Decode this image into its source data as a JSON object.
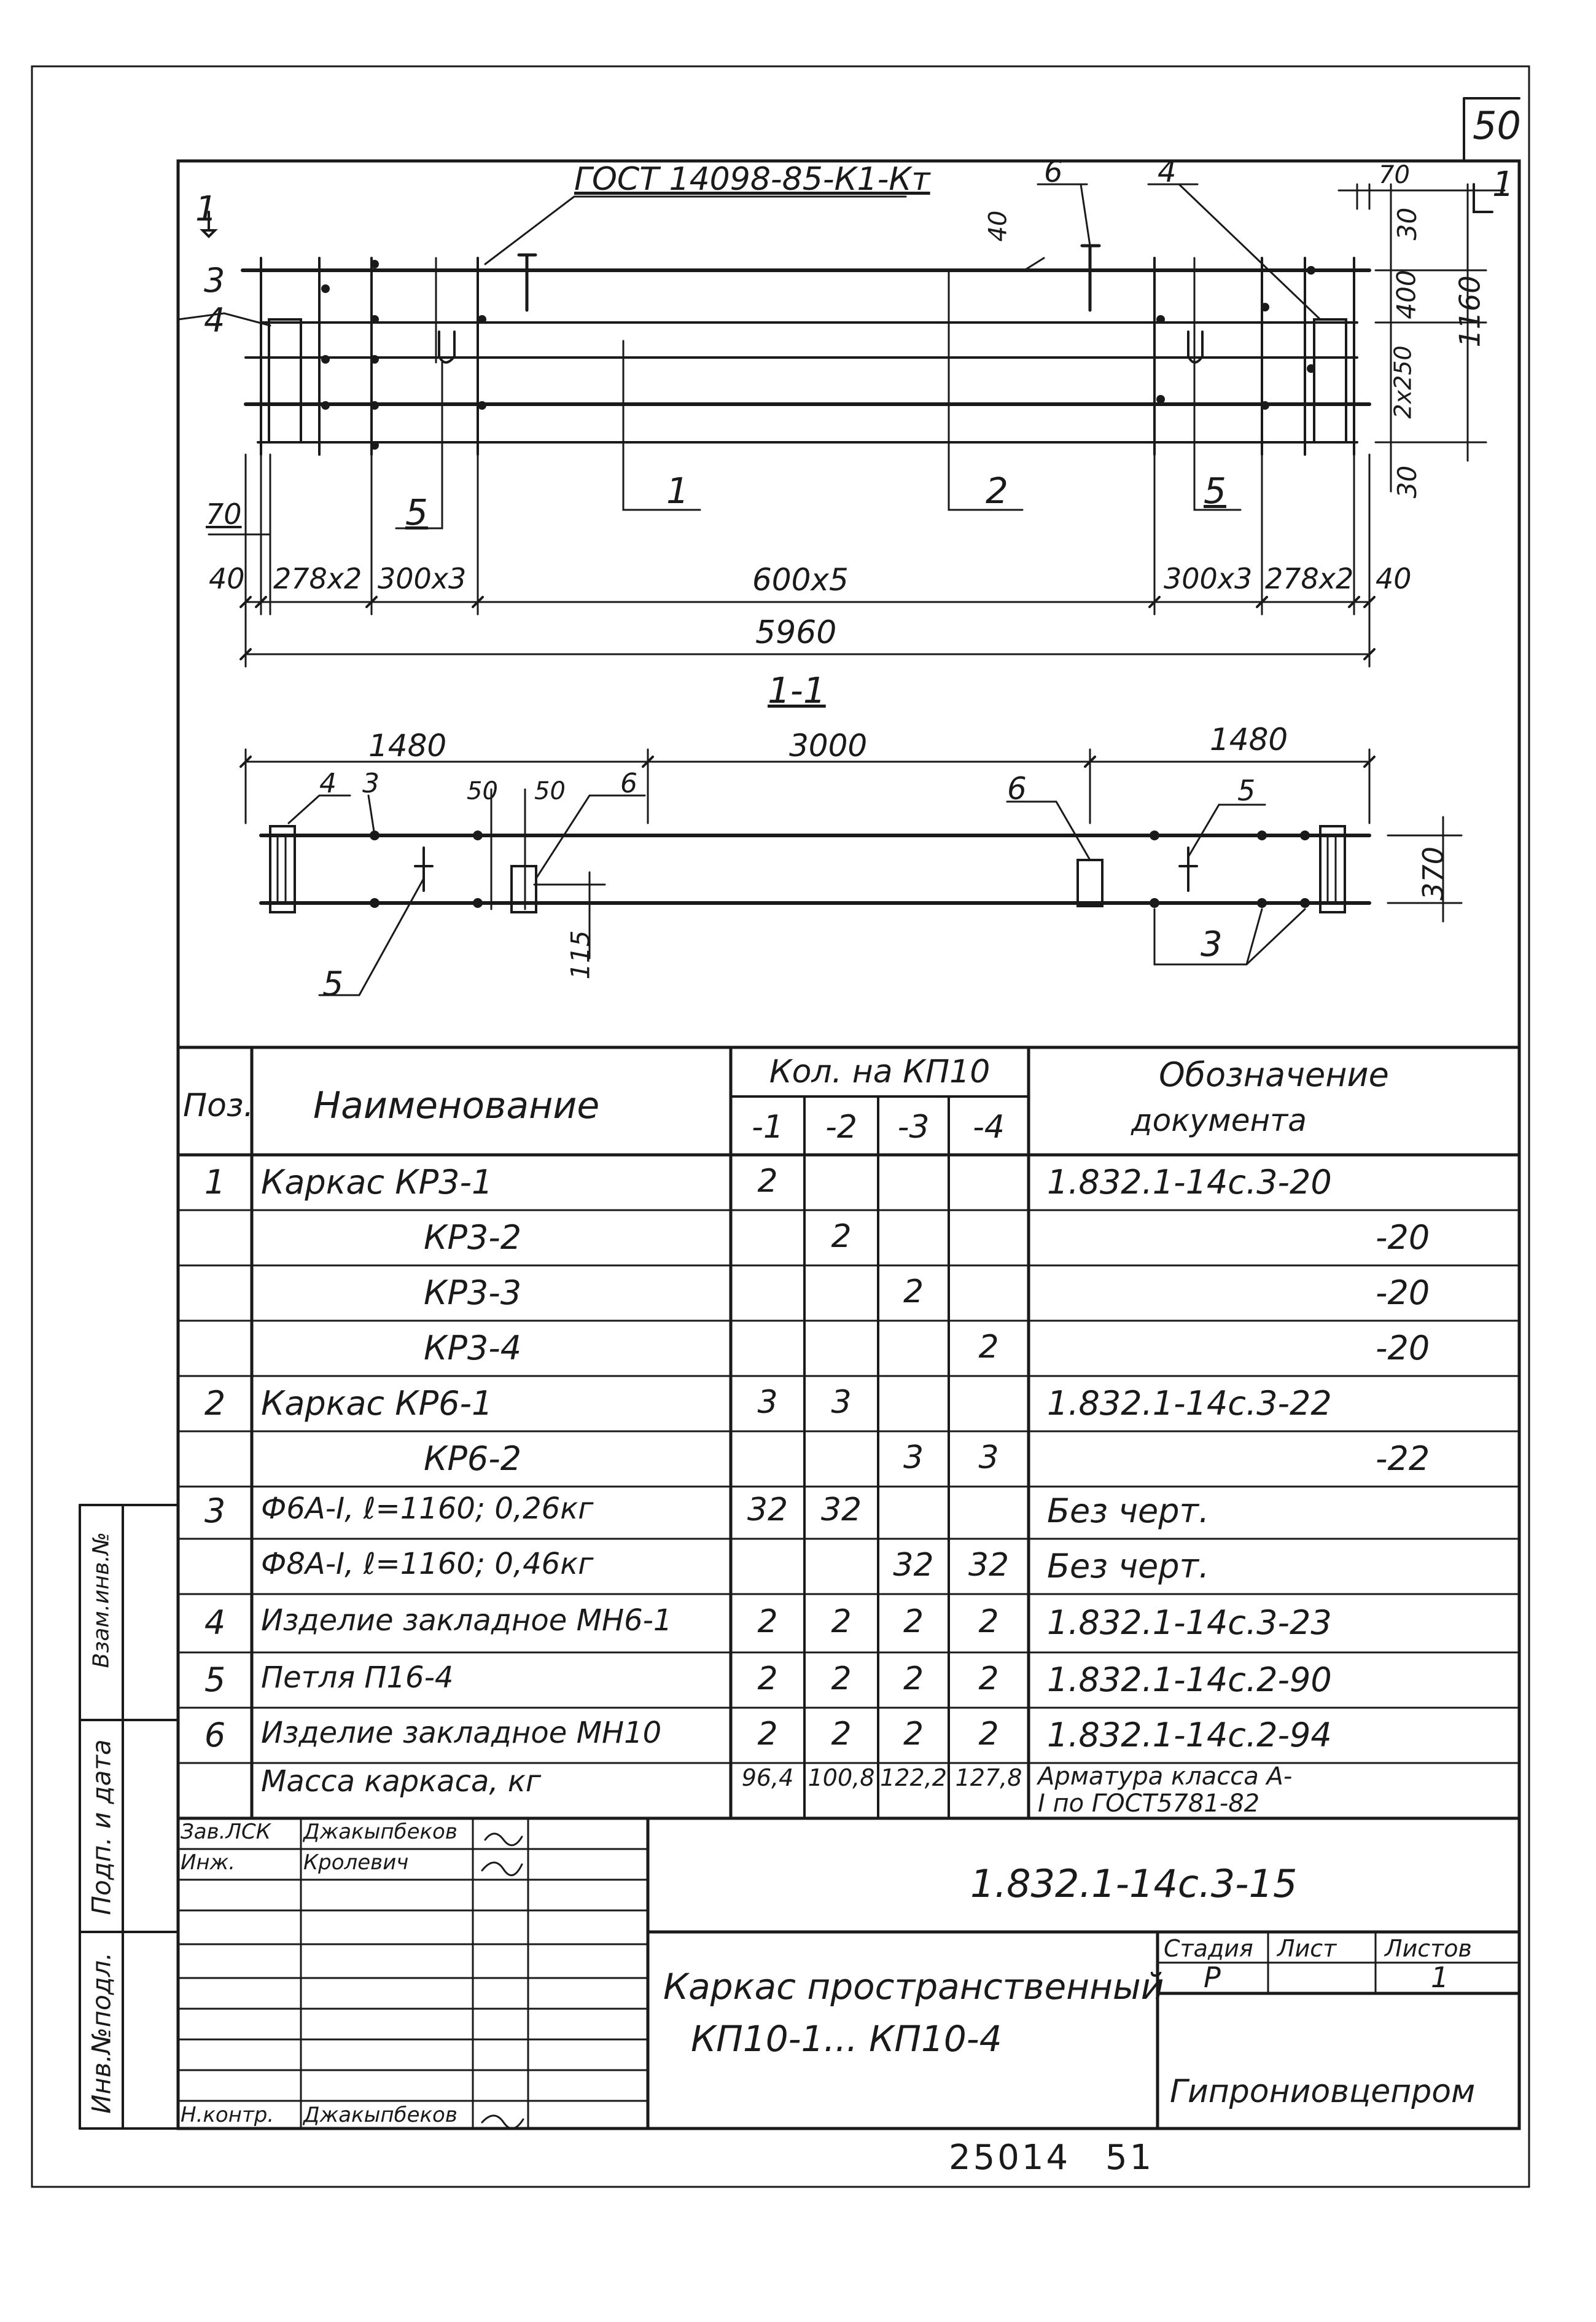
{
  "sheet": {
    "number": "50",
    "bottom_code": "25014",
    "bottom_page": "51"
  },
  "plan_view": {
    "callout": "ГОСТ 14098-85-К1-Кт",
    "section_mark_left": "1",
    "section_mark_right": "1",
    "pos_labels": {
      "p1": "1",
      "p2": "2",
      "p3": "3",
      "p4_left": "4",
      "p4_right": "4",
      "p5_left": "5",
      "p5_right": "5",
      "p6": "6"
    },
    "dims": {
      "d40_left": "40",
      "d70_left": "70",
      "d278x2_left": "278x2",
      "d300x3_left": "300x3",
      "d600x5": "600x5",
      "d300x3_right": "300x3",
      "d278x2_right": "278x2",
      "d40_right": "40",
      "total": "5960",
      "d40_top": "40",
      "d70_top": "70",
      "v30_top": "30",
      "v400": "400",
      "v250": "2х250",
      "v30_bottom": "30",
      "v1160": "1160"
    }
  },
  "section": {
    "title": "1-1",
    "dims": {
      "d1480_left": "1480",
      "d3000": "3000",
      "d1480_right": "1480",
      "d50_a": "50",
      "d50_b": "50",
      "d370": "370",
      "d115": "115"
    },
    "pos_labels": {
      "p4": "4",
      "p3_left": "3",
      "p6_left": "6",
      "p6_right": "6",
      "p5_left": "5",
      "p5_right": "5",
      "p3_right": "3"
    }
  },
  "spec_table": {
    "header_pos": "Поз.",
    "header_name": "Наименование",
    "header_qty": "Кол. на КП10",
    "header_qty_cols": [
      "-1",
      "-2",
      "-3",
      "-4"
    ],
    "header_doc_line1": "Обозначение",
    "header_doc_line2": "документа",
    "rows": [
      {
        "pos": "1",
        "name": "Каркас КР3-1",
        "q1": "2",
        "q2": "",
        "q3": "",
        "q4": "",
        "doc": "1.832.1-14с.3-20"
      },
      {
        "pos": "",
        "name": "КР3-2",
        "q1": "",
        "q2": "2",
        "q3": "",
        "q4": "",
        "doc": "-20"
      },
      {
        "pos": "",
        "name": "КР3-3",
        "q1": "",
        "q2": "",
        "q3": "2",
        "q4": "",
        "doc": "-20"
      },
      {
        "pos": "",
        "name": "КР3-4",
        "q1": "",
        "q2": "",
        "q3": "",
        "q4": "2",
        "doc": "-20"
      },
      {
        "pos": "2",
        "name": "Каркас КР6-1",
        "q1": "3",
        "q2": "3",
        "q3": "",
        "q4": "",
        "doc": "1.832.1-14с.3-22"
      },
      {
        "pos": "",
        "name": "КР6-2",
        "q1": "",
        "q2": "",
        "q3": "3",
        "q4": "3",
        "doc": "-22"
      },
      {
        "pos": "3",
        "name": "Ф6А-I, ℓ=1160; 0,26кг",
        "q1": "32",
        "q2": "32",
        "q3": "",
        "q4": "",
        "doc": "Без черт."
      },
      {
        "pos": "",
        "name": "Ф8А-I, ℓ=1160; 0,46кг",
        "q1": "",
        "q2": "",
        "q3": "32",
        "q4": "32",
        "doc": "Без черт."
      },
      {
        "pos": "4",
        "name": "Изделие закладное МН6-1",
        "q1": "2",
        "q2": "2",
        "q3": "2",
        "q4": "2",
        "doc": "1.832.1-14с.3-23"
      },
      {
        "pos": "5",
        "name": "Петля П16-4",
        "q1": "2",
        "q2": "2",
        "q3": "2",
        "q4": "2",
        "doc": "1.832.1-14с.2-90"
      },
      {
        "pos": "6",
        "name": "Изделие закладное МН10",
        "q1": "2",
        "q2": "2",
        "q3": "2",
        "q4": "2",
        "doc": "1.832.1-14с.2-94"
      },
      {
        "pos": "",
        "name": "Масса каркаса, кг",
        "q1": "96,4",
        "q2": "100,8",
        "q3": "122,2",
        "q4": "127,8",
        "doc": "Арматура класса А-I по ГОСТ5781-82"
      }
    ]
  },
  "side_stamp": {
    "col1": "Взам.инв.№",
    "col2": "Подп. и дата",
    "col3": "Инв.№подл."
  },
  "title_block": {
    "doc_code": "1.832.1-14с.3-15",
    "title_line1": "Каркас пространственный",
    "title_line2": "КП10-1... КП10-4",
    "stage_label": "Стадия",
    "sheet_label": "Лист",
    "sheets_label": "Листов",
    "stage": "Р",
    "sheet": "",
    "sheets": "1",
    "org": "Гипрониовцепром",
    "sign_rows": [
      {
        "role": "Зав.ЛСК",
        "name": "Джакыпбеков"
      },
      {
        "role": "Инж.",
        "name": "Кролевич"
      },
      {
        "role": "",
        "name": ""
      },
      {
        "role": "",
        "name": ""
      },
      {
        "role": "",
        "name": ""
      },
      {
        "role": "",
        "name": ""
      },
      {
        "role": "Н.контр.",
        "name": "Джакыпбеков"
      }
    ]
  }
}
